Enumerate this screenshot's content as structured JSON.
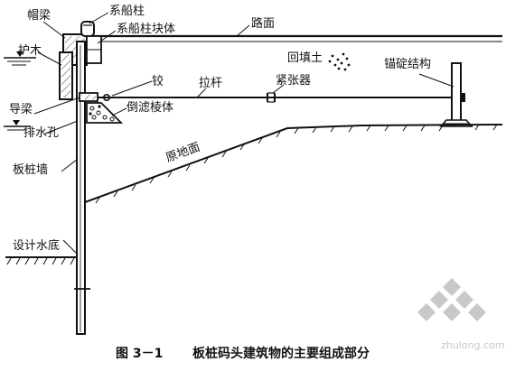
{
  "labels": {
    "cap_beam": "帽梁",
    "mooring_post": "系船柱",
    "mooring_block": "系船柱块体",
    "road_surface": "路面",
    "fender": "护木",
    "backfill": "回填土",
    "anchor_structure": "锚碇结构",
    "hinge": "铰",
    "tie_rod": "拉杆",
    "turnbuckle": "紧张器",
    "waling": "导梁",
    "inverted_filter": "倒滤棱体",
    "drain_hole": "排水孔",
    "original_ground": "原地面",
    "sheet_pile_wall": "板桩墙",
    "design_bottom": "设计水底"
  },
  "caption": {
    "number": "图 3－1",
    "title": "板桩码头建筑物的主要组成部分"
  },
  "watermark": "zhulong.com",
  "colors": {
    "ink": "#111111",
    "watermark": "#c8c8c8"
  }
}
